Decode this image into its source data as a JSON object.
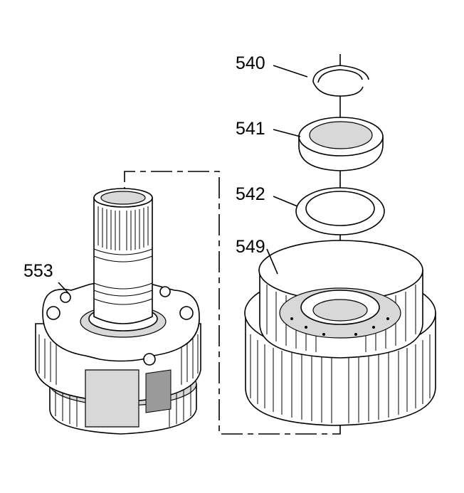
{
  "diagram": {
    "callouts": [
      {
        "id": "540",
        "text": "540"
      },
      {
        "id": "541",
        "text": "541"
      },
      {
        "id": "542",
        "text": "542"
      },
      {
        "id": "549",
        "text": "549"
      },
      {
        "id": "553",
        "text": "553"
      }
    ],
    "parts": [
      {
        "ref": "540",
        "shape": "snap-ring"
      },
      {
        "ref": "541",
        "shape": "thrust-bearing"
      },
      {
        "ref": "542",
        "shape": "thrust-washer"
      },
      {
        "ref": "549",
        "shape": "clutch-housing"
      },
      {
        "ref": "553",
        "shape": "planetary-carrier-with-shaft"
      }
    ],
    "colors": {
      "line": "#000000",
      "fill": "#ffffff",
      "shade": "#d8d8d8",
      "dark": "#9a9a9a"
    }
  }
}
